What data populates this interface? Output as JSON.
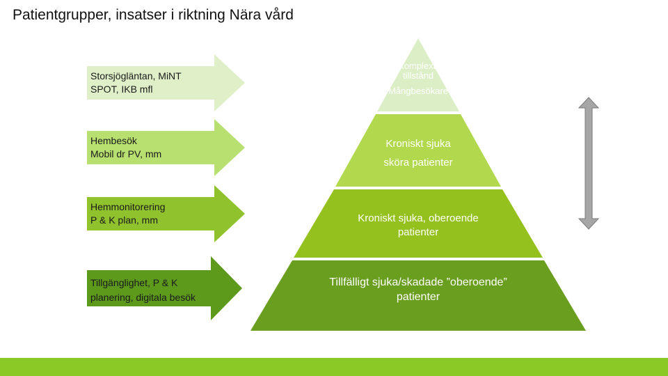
{
  "title": "Patientgrupper, insatser i riktning Nära vård",
  "arrows": [
    {
      "line1": "Storsjögläntan, MiNT",
      "line2": "SPOT, IKB mfl",
      "color": "#dff0c8"
    },
    {
      "line1": "Hembesök",
      "line2": "Mobil dr PV, mm",
      "color": "#b8e070"
    },
    {
      "line1": "Hemmonitorering",
      "line2": "P & K plan, mm",
      "color": "#8fc22c"
    },
    {
      "line1": "Tillgänglighet, P & K",
      "line2": "planering, digitala besök",
      "color": "#5d9a1c"
    }
  ],
  "pyramid": {
    "tiers": [
      {
        "line1": "Komplexa",
        "line2": "tillstånd",
        "line3": "Mångbesökare",
        "color": "#dceec6"
      },
      {
        "line1": "Kroniskt sjuka",
        "line2": "sköra patienter",
        "color": "#b2d94e"
      },
      {
        "line1": "Kroniskt sjuka, oberoende",
        "line2": "patienter",
        "color": "#95c11f"
      },
      {
        "line1": "Tillfälligt sjuka/skadade ”oberoende”",
        "line2": "patienter",
        "color": "#6a9e1f"
      }
    ]
  },
  "double_arrow": {
    "icon": "double-arrow-vertical-icon",
    "color": "#a6a6a6"
  },
  "bottom_bar_color": "#8ac926"
}
